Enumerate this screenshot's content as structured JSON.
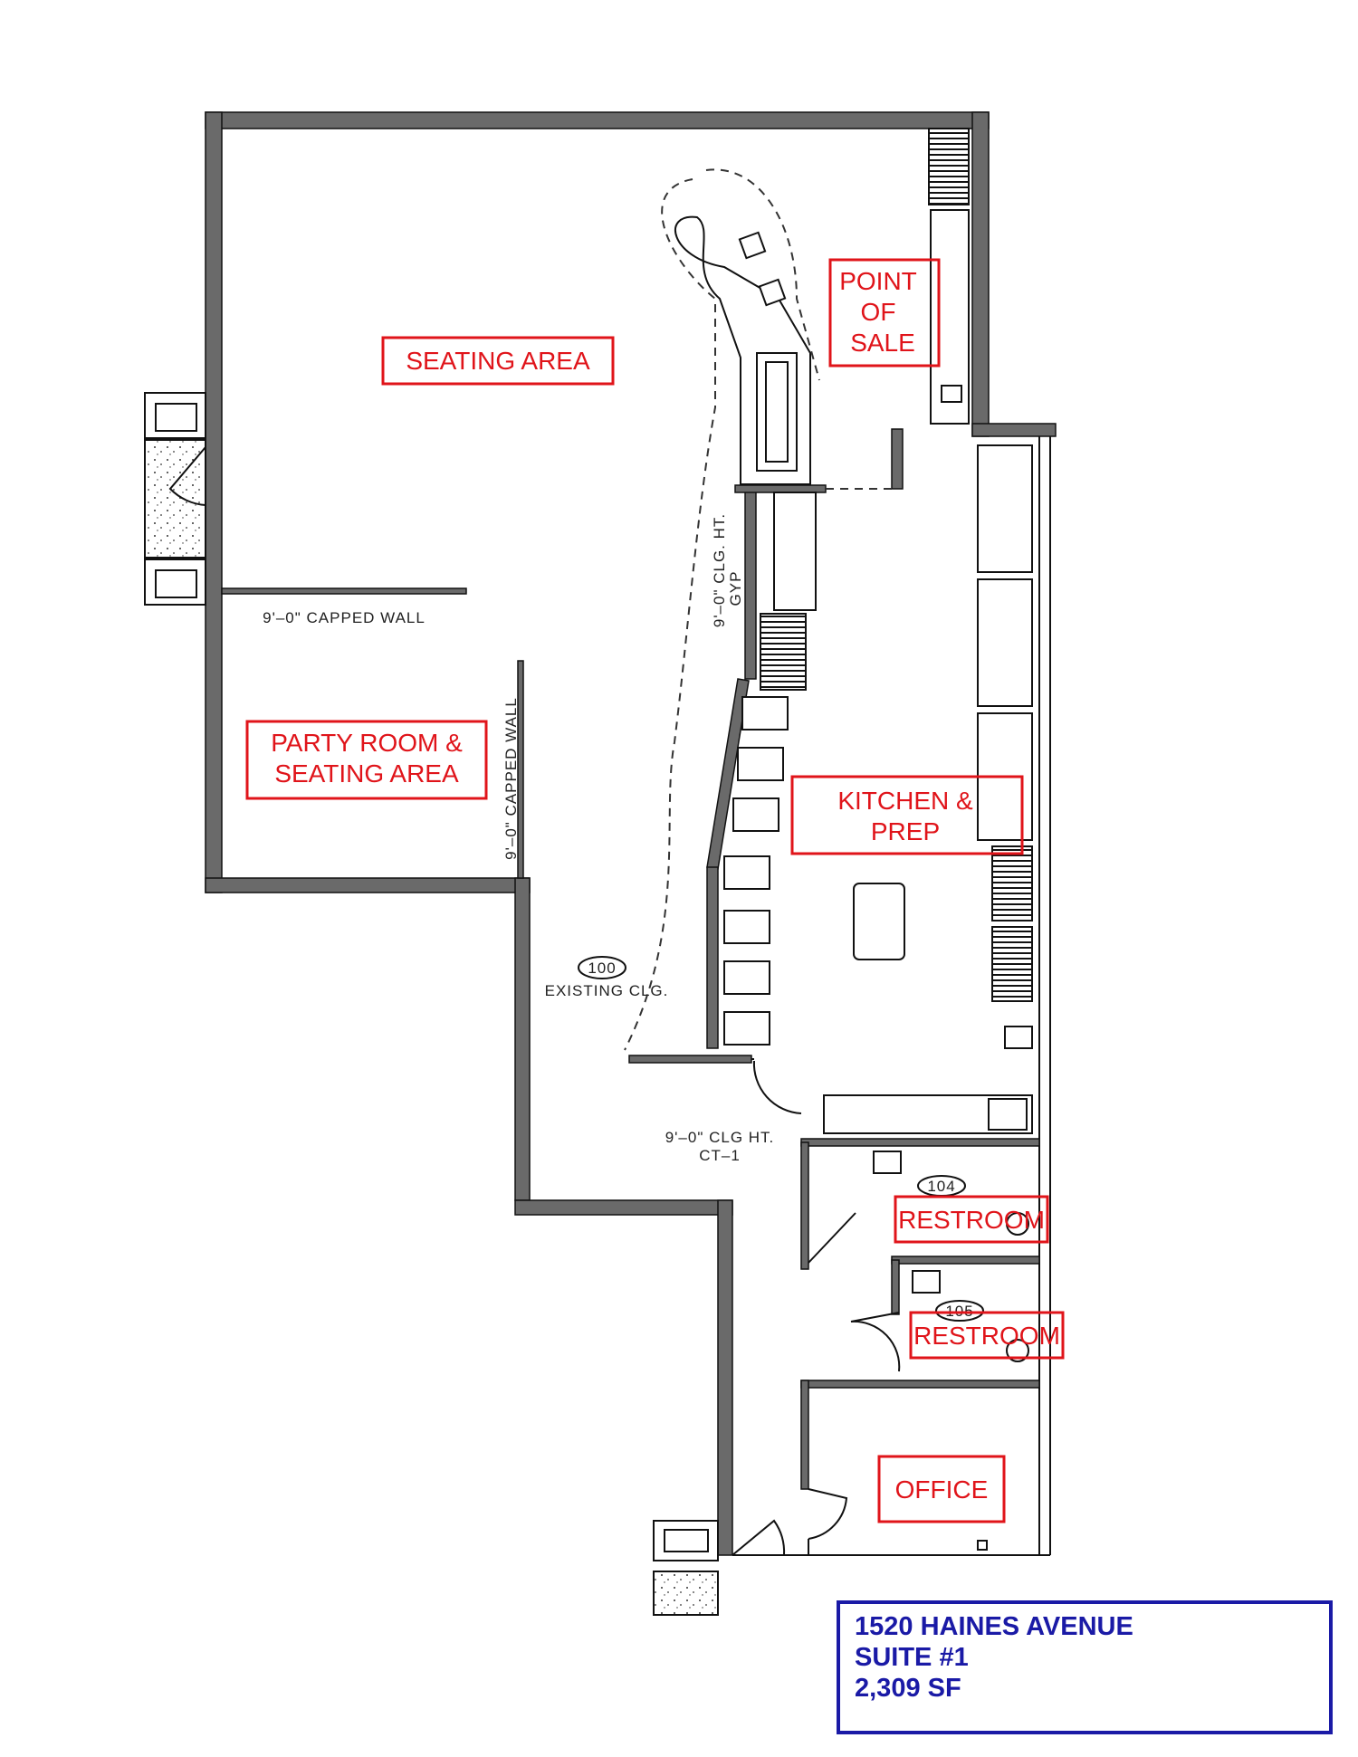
{
  "rooms": {
    "seating_area": "SEATING AREA",
    "point_of_sale": [
      "POINT",
      "OF",
      "SALE"
    ],
    "party_room": [
      "PARTY ROOM &",
      "SEATING AREA"
    ],
    "kitchen": [
      "KITCHEN &",
      "PREP"
    ],
    "restroom_1": "RESTROOM",
    "restroom_2": "RESTROOM",
    "office": "OFFICE"
  },
  "notes": {
    "capped_wall_horizontal": "9'–0\" CAPPED WALL",
    "capped_wall_vertical": "9'–0\" CAPPED WALL",
    "gyp_ceiling": [
      "9'–0\" CLG. HT.",
      "GYP"
    ],
    "existing_clg_tag": "100",
    "existing_clg": "EXISTING CLG.",
    "clg_ht_ct1": [
      "9'–0\" CLG HT.",
      "CT–1"
    ],
    "restroom_1_tag": "104",
    "restroom_2_tag": "105"
  },
  "info": {
    "address": "1520 HAINES AVENUE",
    "suite": "SUITE #1",
    "area": "2,309 SF"
  },
  "colors": {
    "label_red": "#e0141a",
    "info_blue": "#1a1aa6"
  }
}
